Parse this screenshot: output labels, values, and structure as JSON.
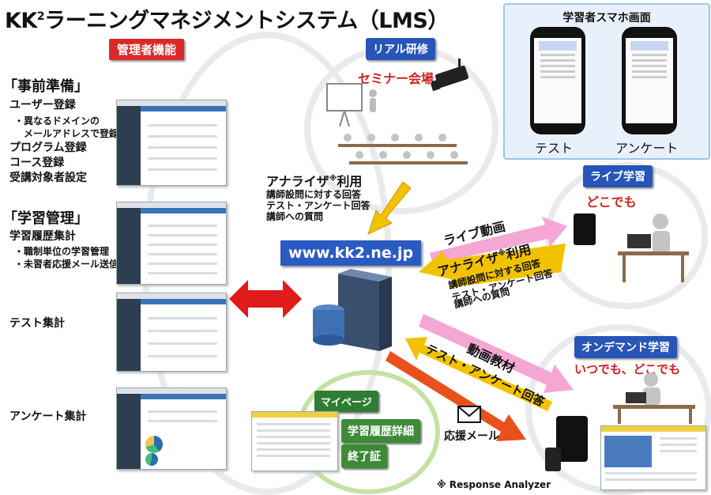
{
  "title": {
    "main": "KK",
    "sup": "2",
    "rest": "ラーニングマネジメントシステム（LMS）"
  },
  "admin": {
    "tag": "管理者機能",
    "prep": {
      "heading": "「事前準備」",
      "items": [
        "ユーザー登録",
        "プログラム登録",
        "コース登録",
        "受講対象者設定"
      ],
      "note1": "・異なるドメインの",
      "note2": "メールアドレスで登録可能"
    },
    "learn": {
      "heading": "「学習管理」",
      "item": "学習履歴集計",
      "notes": [
        "・職制単位の学習管理",
        "・未習者応援メール送信"
      ]
    },
    "test": "テスト集計",
    "survey": "アンケート集計"
  },
  "real": {
    "tag": "リアル研修",
    "venue": "セミナー会場"
  },
  "analyzer": {
    "label": "アナライザ",
    "mark": "※",
    "suffix": "利用",
    "lines": [
      "講師設問に対する回答",
      "テスト・アンケート回答",
      "講師への質問"
    ]
  },
  "url": "www.kk2.ne.jp",
  "phones": {
    "title": "学習者スマホ画面",
    "test": "テスト",
    "survey": "アンケート"
  },
  "live": {
    "tag": "ライブ学習",
    "where": "どこでも",
    "arrow_right": "ライブ動画",
    "arrow_left_label": "アナライザ",
    "arrow_left_mark": "※",
    "arrow_left_suffix": "利用",
    "lines": [
      "講師設問に対する回答",
      "テスト・アンケート回答",
      "講師への質問"
    ]
  },
  "ondemand": {
    "tag": "オンデマンド学習",
    "where": "いつでも、どこでも",
    "video": "動画教材",
    "answers": "テスト・アンケート回答",
    "mail": "応援メール"
  },
  "mypage": {
    "tag": "マイページ",
    "history": "学習履歴詳細",
    "cert": "終了証"
  },
  "footnote": "※ Response Analyzer",
  "colors": {
    "red": "#d92a2a",
    "blue": "#2755b8",
    "green": "#3d8b37",
    "pink": "#f4a6d4",
    "yellow": "#f2c200",
    "orange": "#e8501c"
  }
}
